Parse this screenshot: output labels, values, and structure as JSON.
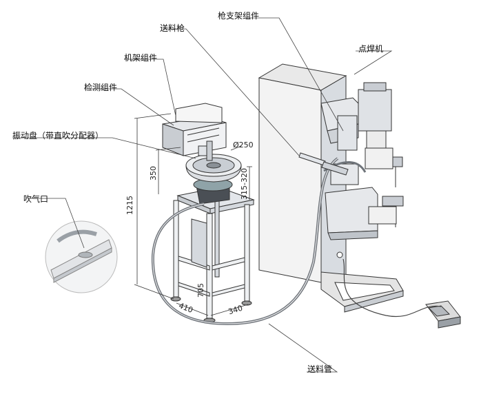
{
  "labels": {
    "gun_holder_assembly": "枪支架组件",
    "feed_gun": "送料枪",
    "spot_welder": "点焊机",
    "frame_assembly": "机架组件",
    "detection_assembly": "检测组件",
    "vibratory_bowl": "振动盘（带直吹分配器）",
    "air_outlet": "吹气口",
    "feed_tube": "送料管"
  },
  "dimensions": {
    "bowl_diameter": "Ø250",
    "height_350": "350",
    "height_1215": "1215",
    "height_315_320": "315-320",
    "depth_705": "705",
    "width_410": "410",
    "width_340": "340"
  },
  "colors": {
    "line": "#333333",
    "machine_face": "#f2f2f2",
    "machine_side": "#d9dde2",
    "steel": "#c8cdd3",
    "dark": "#4a4f55",
    "tube": "#6f747a"
  }
}
